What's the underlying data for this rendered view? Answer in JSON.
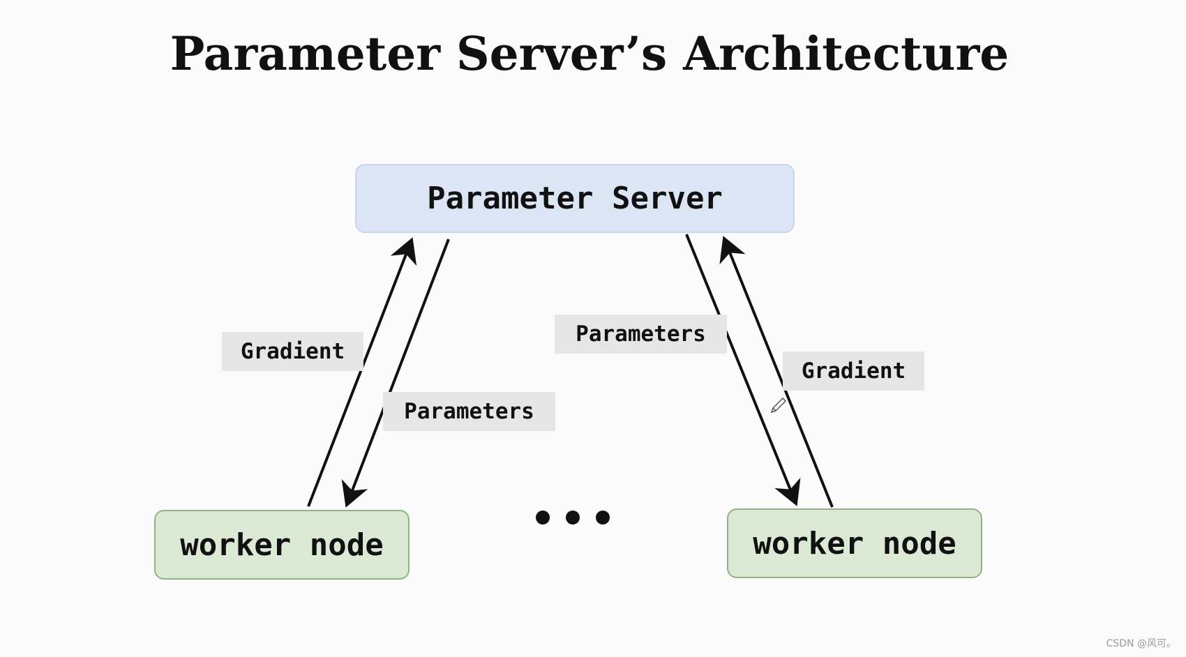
{
  "title": "Parameter Server’s Architecture",
  "nodes": {
    "server": "Parameter Server",
    "worker_left": "worker node",
    "worker_right": "worker node"
  },
  "edges": {
    "left_up": "Gradient",
    "left_down": "Parameters",
    "right_down": "Parameters",
    "right_up": "Gradient"
  },
  "colors": {
    "server_fill": "#dbe5f4",
    "worker_fill": "#dce9d5",
    "worker_border": "#8fb582",
    "label_fill": "#e6e6e6"
  },
  "watermark": "CSDN @风可。"
}
